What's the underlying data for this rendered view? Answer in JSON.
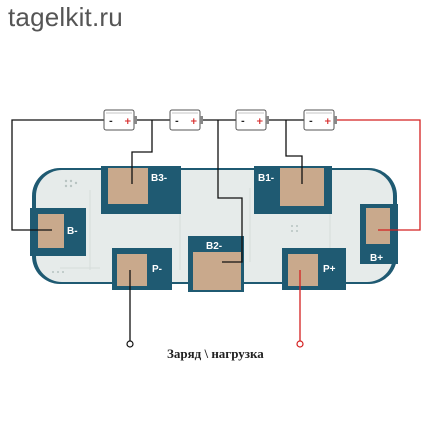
{
  "watermark": "tagelkit.ru",
  "caption": "Заряд \\ нагрузка",
  "cells": [
    {
      "minus": "-",
      "plus": "+"
    },
    {
      "minus": "-",
      "plus": "+"
    },
    {
      "minus": "-",
      "plus": "+"
    },
    {
      "minus": "-",
      "plus": "+"
    }
  ],
  "pads": {
    "b_minus": "B-",
    "b3_minus": "B3-",
    "b2_minus": "B2-",
    "b1_minus": "B1-",
    "b_plus": "B+",
    "p_minus": "P-",
    "p_plus": "P+"
  },
  "colors": {
    "board": "#e8eceb",
    "board_edge": "#1f5a72",
    "pad": "#c9a98c",
    "wire_black": "#111111",
    "wire_red": "#d42020"
  }
}
